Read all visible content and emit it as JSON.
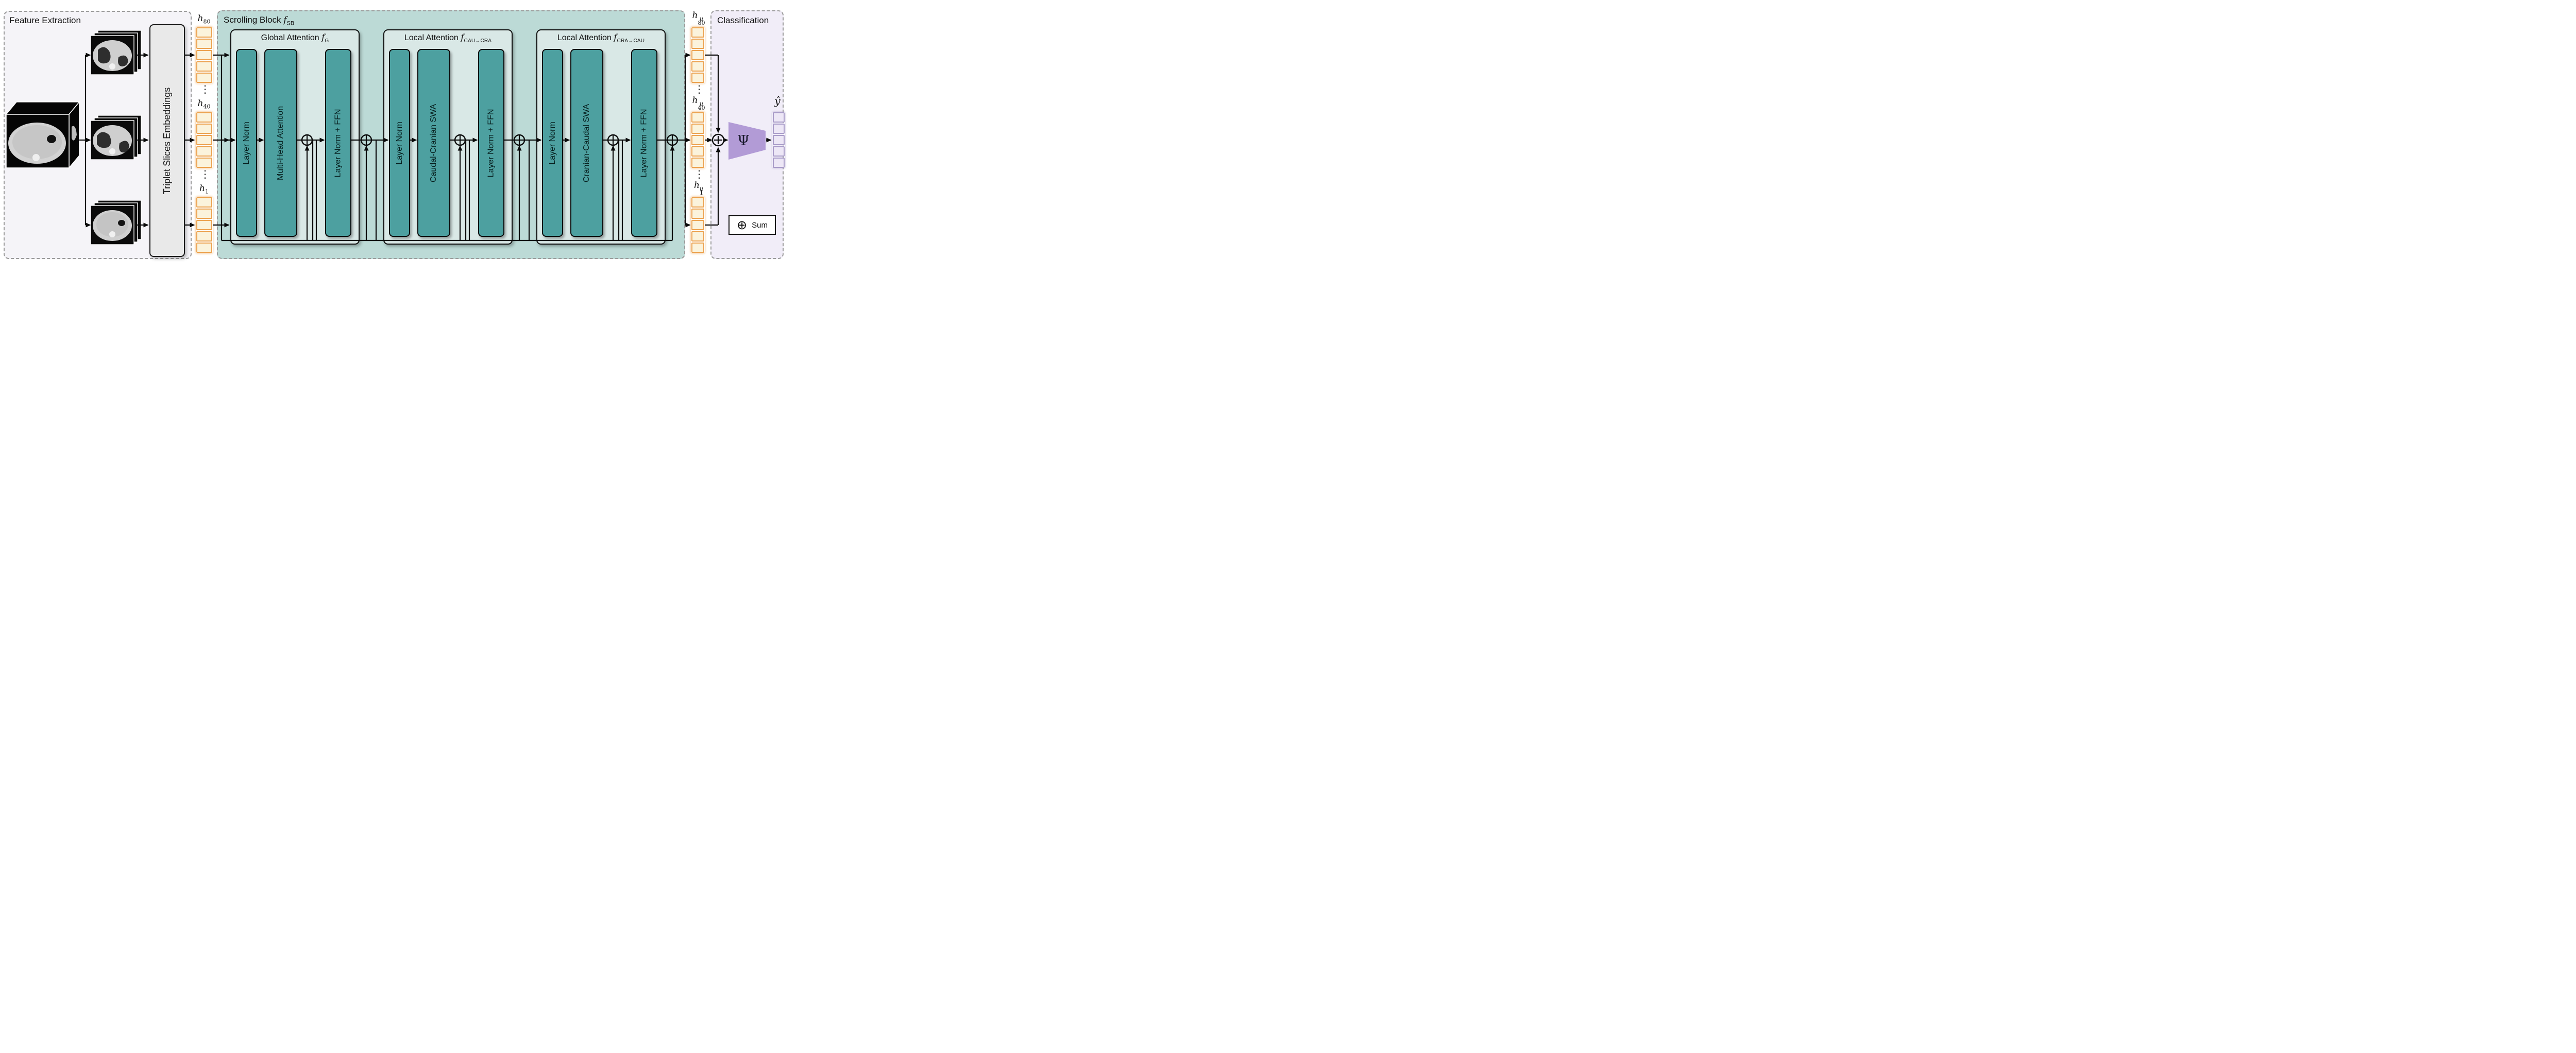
{
  "figure": {
    "feature_extraction": {
      "title": "Feature Extraction"
    },
    "scrolling_block": {
      "title": "Scrolling Block",
      "fn": "f",
      "fn_sub": "SB"
    },
    "classification": {
      "title": "Classification"
    },
    "embeddings_box": {
      "label": "Triplet Slices Embeddings"
    },
    "input_tokens": [
      {
        "var": "h",
        "sub": "80"
      },
      {
        "var": "h",
        "sub": "40"
      },
      {
        "var": "h",
        "sub": "1"
      }
    ],
    "ellipsis": "⋮",
    "attention_blocks": [
      {
        "title": "Global Attention",
        "fn": "f",
        "fn_sub": "G",
        "columns": [
          "Layer Norm",
          "Multi-Head Attention",
          "Layer Norm + FFN"
        ]
      },
      {
        "title": "Local Attention",
        "fn": "f",
        "fn_sub": "CAU→CRA",
        "columns": [
          "Layer Norm",
          "Caudal-Cranian SWA",
          "Layer Norm + FFN"
        ]
      },
      {
        "title": "Local Attention",
        "fn": "f",
        "fn_sub": "CRA→CAU",
        "columns": [
          "Layer Norm",
          "Cranian-Caudal SWA",
          "Layer Norm + FFN"
        ]
      }
    ],
    "output_tokens": [
      {
        "var": "h",
        "sup": "u",
        "sub": "80"
      },
      {
        "var": "h",
        "sup": "u",
        "sub": "40"
      },
      {
        "var": "h",
        "sup": "u",
        "sub": "1"
      }
    ],
    "classifier": {
      "symbol": "Ψ",
      "prediction": "ŷ"
    },
    "legend": {
      "symbol": "⊕",
      "label": "Sum"
    },
    "colors": {
      "panel_fe_bg": "#F5F4F8",
      "panel_sb_bg": "#BCDAD6",
      "panel_cls_bg": "#F1EDF8",
      "subblock_bg": "#D9E8E6",
      "column_teal": "#4DA0A0",
      "token_fill": "#FBF3DC",
      "token_border": "#ECA24F",
      "pred_token_fill": "#EDE7F6",
      "pred_token_border": "#A89BC8",
      "classifier_fill": "#B29BD6",
      "embeddings_bg": "#E9E9E9",
      "dashed_border": "#9B9B9B"
    }
  }
}
